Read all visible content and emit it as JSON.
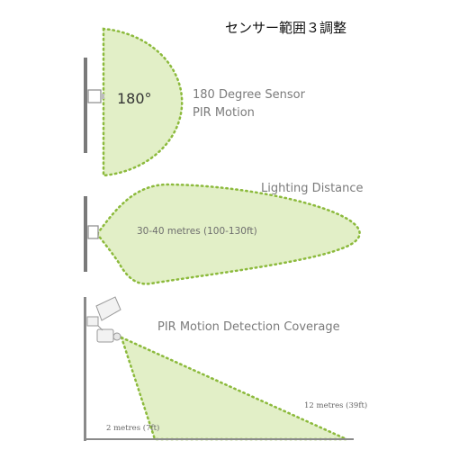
{
  "title": "センサー範囲３調整",
  "panels": {
    "semicircle": {
      "angle": "180°",
      "label_line1": "180 Degree Sensor",
      "label_line2": "PIR Motion"
    },
    "distance": {
      "label": "Lighting Distance",
      "range": "30-40 metres (100-130ft)"
    },
    "coverage": {
      "label": "PIR Motion Detection Coverage",
      "far": "12 metres (39ft)",
      "near": "2 metres (7ft)"
    }
  },
  "colors": {
    "fill": "#e2efc7",
    "dots": "#8cba3c",
    "wall": "#7a7a7a",
    "text": "#7b7b7b"
  }
}
